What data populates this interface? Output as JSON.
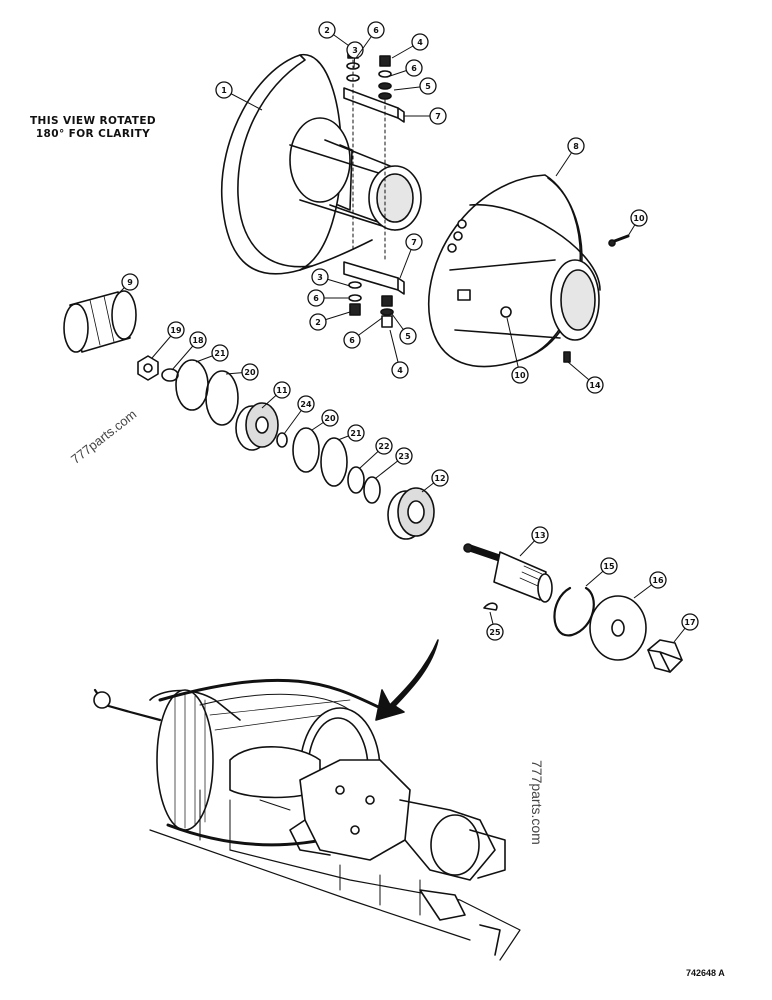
{
  "note": {
    "line1": "THIS VIEW ROTATED",
    "line2": "180° FOR CLARITY"
  },
  "watermarks": [
    "777parts.com",
    "777parts.com"
  ],
  "reference_code": "742648 A",
  "callouts": [
    {
      "id": "c1",
      "label": "1"
    },
    {
      "id": "c2a",
      "label": "2"
    },
    {
      "id": "c2b",
      "label": "2"
    },
    {
      "id": "c3a",
      "label": "3"
    },
    {
      "id": "c3b",
      "label": "3"
    },
    {
      "id": "c4a",
      "label": "4"
    },
    {
      "id": "c4b",
      "label": "4"
    },
    {
      "id": "c5a",
      "label": "5"
    },
    {
      "id": "c5b",
      "label": "5"
    },
    {
      "id": "c6a",
      "label": "6"
    },
    {
      "id": "c6b",
      "label": "6"
    },
    {
      "id": "c6c",
      "label": "6"
    },
    {
      "id": "c6d",
      "label": "6"
    },
    {
      "id": "c7a",
      "label": "7"
    },
    {
      "id": "c7b",
      "label": "7"
    },
    {
      "id": "c8",
      "label": "8"
    },
    {
      "id": "c9",
      "label": "9"
    },
    {
      "id": "c10a",
      "label": "10"
    },
    {
      "id": "c10b",
      "label": "10"
    },
    {
      "id": "c11",
      "label": "11"
    },
    {
      "id": "c12",
      "label": "12"
    },
    {
      "id": "c13",
      "label": "13"
    },
    {
      "id": "c14",
      "label": "14"
    },
    {
      "id": "c15",
      "label": "15"
    },
    {
      "id": "c16",
      "label": "16"
    },
    {
      "id": "c17",
      "label": "17"
    },
    {
      "id": "c18",
      "label": "18"
    },
    {
      "id": "c19",
      "label": "19"
    },
    {
      "id": "c20a",
      "label": "20"
    },
    {
      "id": "c20b",
      "label": "20"
    },
    {
      "id": "c21a",
      "label": "21"
    },
    {
      "id": "c21b",
      "label": "21"
    },
    {
      "id": "c22",
      "label": "22"
    },
    {
      "id": "c23",
      "label": "23"
    },
    {
      "id": "c24",
      "label": "24"
    },
    {
      "id": "c25",
      "label": "25"
    }
  ]
}
